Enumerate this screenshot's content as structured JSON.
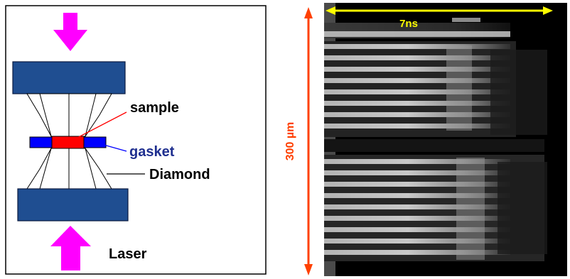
{
  "left_panel": {
    "labels": {
      "sample": "sample",
      "gasket": "gasket",
      "diamond": "Diamond",
      "laser": "Laser"
    }
  },
  "right_panel": {
    "time_label": "7ns",
    "length_label": "300 µm"
  },
  "colors": {
    "anvil_block": "#1f4e91",
    "pressure_arrow": "#ff00ff",
    "sample": "#ff0000",
    "gasket": "#0000ff",
    "gasket_text": "#1f2f8f",
    "time_arrow": "#ffff00",
    "length_arrow": "#ff4000",
    "streak_background": "#000000"
  }
}
